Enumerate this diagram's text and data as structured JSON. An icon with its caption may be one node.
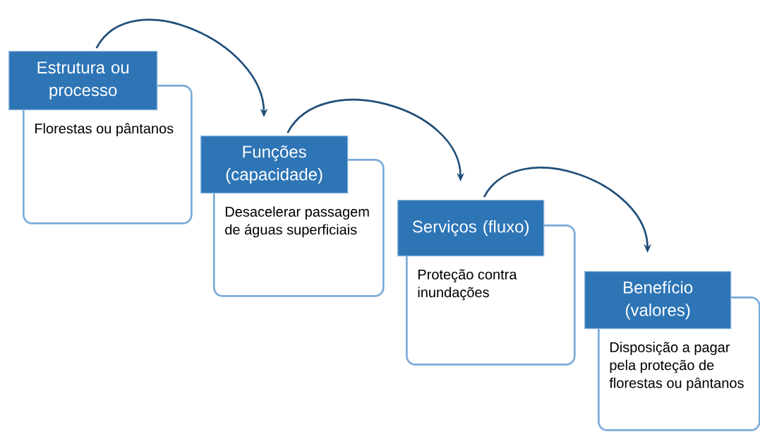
{
  "diagram": {
    "nodes": [
      {
        "text": [
          "Estrutura ou processo"
        ]
      },
      {
        "text": [
          "Florestas ou pântanos"
        ]
      },
      {
        "text": [
          "Funções (capacidade)"
        ]
      },
      {
        "text": [
          "Desacelerar passagem de águas superficiais"
        ]
      },
      {
        "text": [
          "Serviços (fluxo)"
        ]
      },
      {
        "text": [
          "Proteção contra inundações"
        ]
      },
      {
        "text": [
          "Benefício (valores)"
        ]
      },
      {
        "text": [
          "Disposição a pagar pela proteção de florestas ou pântanos"
        ]
      }
    ],
    "edges": [
      {
        "from": 0,
        "to": 2,
        "arrow": "to"
      },
      {
        "from": 2,
        "to": 4,
        "arrow": "to"
      },
      {
        "from": 4,
        "to": 6,
        "arrow": "to"
      }
    ]
  }
}
